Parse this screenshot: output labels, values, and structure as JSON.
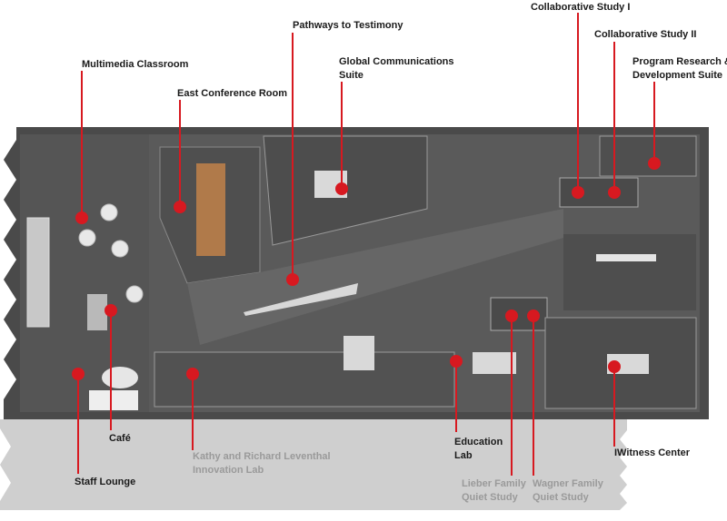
{
  "map": {
    "marker_color": "#d71920",
    "floor_color": "#555555",
    "outside_color": "#cfcfcf",
    "active_label_color": "#1a1a1a",
    "inactive_label_color": "#9a9a9a"
  },
  "rooms": [
    {
      "id": "collaborative-study-1",
      "lines": [
        "Collaborative Study I"
      ],
      "muted": false
    },
    {
      "id": "collaborative-study-2",
      "lines": [
        "Collaborative Study II"
      ],
      "muted": false
    },
    {
      "id": "pathways-to-testimony",
      "lines": [
        "Pathways to Testimony"
      ],
      "muted": false
    },
    {
      "id": "global-communications-suite",
      "lines": [
        "Global Communications",
        "Suite"
      ],
      "muted": false
    },
    {
      "id": "program-research-suite",
      "lines": [
        "Program Research &",
        "Development Suite"
      ],
      "muted": false
    },
    {
      "id": "multimedia-classroom",
      "lines": [
        "Multimedia Classroom"
      ],
      "muted": false
    },
    {
      "id": "east-conference-room",
      "lines": [
        "East Conference Room"
      ],
      "muted": false
    },
    {
      "id": "cafe",
      "lines": [
        "Café"
      ],
      "muted": false
    },
    {
      "id": "staff-lounge",
      "lines": [
        "Staff Lounge"
      ],
      "muted": false
    },
    {
      "id": "innovation-lab",
      "lines": [
        "Kathy and Richard Leventhal",
        "Innovation Lab"
      ],
      "muted": true
    },
    {
      "id": "education-lab",
      "lines": [
        "Education",
        "Lab"
      ],
      "muted": false
    },
    {
      "id": "lieber-quiet-study",
      "lines": [
        "Lieber Family",
        "Quiet Study"
      ],
      "muted": true
    },
    {
      "id": "wagner-quiet-study",
      "lines": [
        "Wagner Family",
        "Quiet Study"
      ],
      "muted": true
    },
    {
      "id": "iwitness-center",
      "lines": [
        "IWitness Center"
      ],
      "muted": false
    }
  ]
}
